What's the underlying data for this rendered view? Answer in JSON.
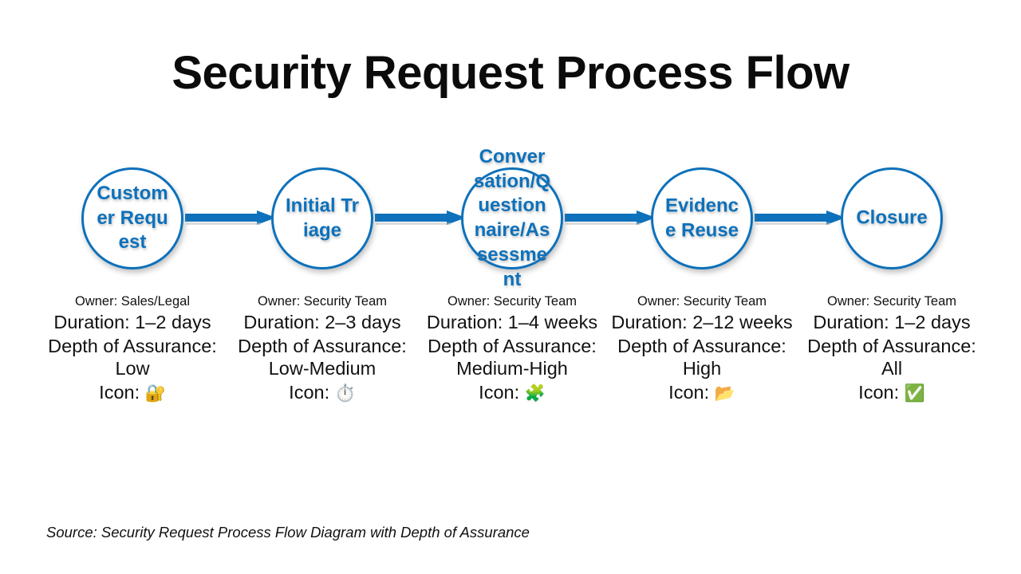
{
  "slide": {
    "title": "Security Request Process Flow",
    "source_note": "Source: Security Request Process Flow Diagram with Depth of Assurance",
    "accent_color": "#0d71bb",
    "background_color": "#ffffff",
    "text_color": "#111111"
  },
  "flow": {
    "connector_count": 4,
    "connector_color": "#0d71bb",
    "nodes": [
      {
        "id": "customer-request",
        "label": "Customer Request",
        "owner": "Owner: Sales/Legal",
        "duration": "Duration: 1–2 days",
        "depth": "Depth of Assurance: Low",
        "icon_label": "Icon:",
        "icon_glyph": "🔐",
        "icon_name": "locked-with-key-icon"
      },
      {
        "id": "initial-triage",
        "label": "Initial Triage",
        "owner": "Owner: Security Team",
        "duration": "Duration: 2–3 days",
        "depth": "Depth of Assurance: Low-Medium",
        "icon_label": "Icon:",
        "icon_glyph": "⏱️",
        "icon_name": "stopwatch-icon"
      },
      {
        "id": "conversation-questionnaire-assessment",
        "label": "Conversation/Questionnaire/Assessment",
        "owner": "Owner: Security Team",
        "duration": "Duration: 1–4 weeks",
        "depth": "Depth of Assurance: Medium-High",
        "icon_label": "Icon:",
        "icon_glyph": "🧩",
        "icon_name": "puzzle-piece-icon"
      },
      {
        "id": "evidence-reuse",
        "label": "Evidence Reuse",
        "owner": "Owner: Security Team",
        "duration": "Duration: 2–12 weeks",
        "depth": "Depth of Assurance: High",
        "icon_label": "Icon:",
        "icon_glyph": "📂",
        "icon_name": "open-folder-icon"
      },
      {
        "id": "closure",
        "label": "Closure",
        "owner": "Owner: Security Team",
        "duration": "Duration: 1–2 days",
        "depth": "Depth of Assurance: All",
        "icon_label": "Icon:",
        "icon_glyph": "✅",
        "icon_name": "check-mark-button-icon"
      }
    ]
  }
}
